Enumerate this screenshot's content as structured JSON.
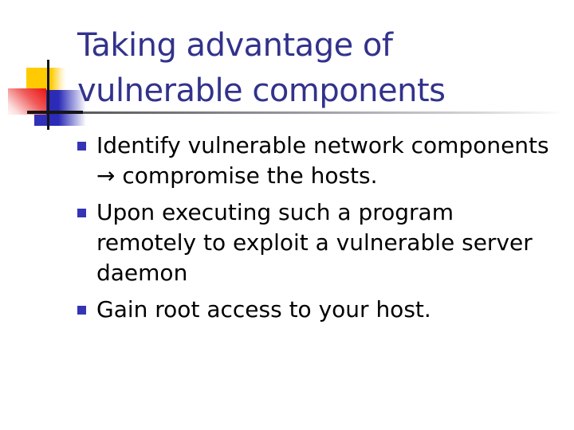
{
  "slide": {
    "title": "Taking advantage of\nvulnerable components",
    "bullets": [
      {
        "text": "Identify vulnerable network components\n→ compromise the hosts."
      },
      {
        "text": "Upon executing such a program\nremotely to exploit a vulnerable server\ndaemon"
      },
      {
        "text": "Gain root access to your host."
      }
    ],
    "colors": {
      "title_text": "#32328C",
      "body_text": "#000000",
      "bullet_marker": "#3434B4",
      "deco_yellow": "#FFCB00",
      "deco_red": "#EE1A1A",
      "deco_blue": "#2B2BB8",
      "deco_line_black": "#151515",
      "deco_line_gray": "#99999F"
    }
  }
}
